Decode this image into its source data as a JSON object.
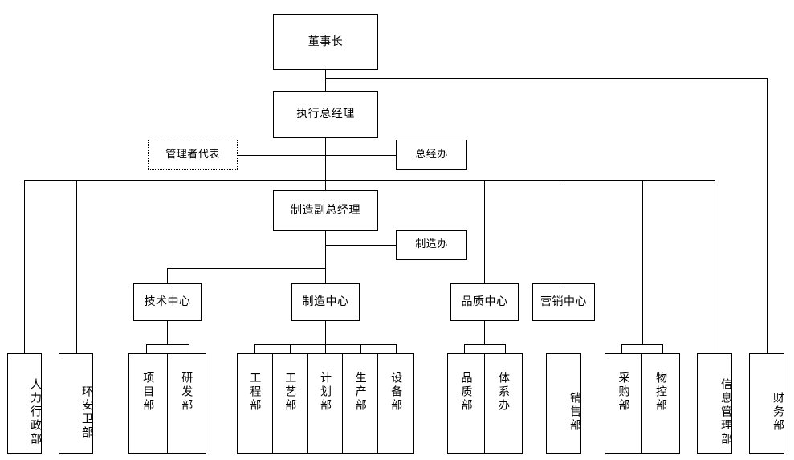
{
  "chart_data": {
    "type": "diagram",
    "title": "",
    "diagram_kind": "organizational-chart",
    "orientation": "top-down",
    "nodes": [
      {
        "id": "chairman",
        "label": "董事长",
        "level": 0,
        "style": "solid"
      },
      {
        "id": "exec_gm",
        "label": "执行总经理",
        "level": 1,
        "style": "solid"
      },
      {
        "id": "mgmt_rep",
        "label": "管理者代表",
        "level": 2,
        "style": "dotted"
      },
      {
        "id": "gm_office",
        "label": "总经办",
        "level": 2,
        "style": "solid"
      },
      {
        "id": "mfg_vgm",
        "label": "制造副总经理",
        "level": 3,
        "style": "solid"
      },
      {
        "id": "mfg_office",
        "label": "制造办",
        "level": 4,
        "style": "solid"
      },
      {
        "id": "tech_ctr",
        "label": "技术中心",
        "level": 5,
        "style": "solid"
      },
      {
        "id": "mfg_ctr",
        "label": "制造中心",
        "level": 5,
        "style": "solid"
      },
      {
        "id": "qa_ctr",
        "label": "品质中心",
        "level": 5,
        "style": "solid"
      },
      {
        "id": "sales_ctr",
        "label": "营销中心",
        "level": 5,
        "style": "solid"
      }
    ],
    "leaf_departments": [
      {
        "id": "hr_admin",
        "label": "人力行政部",
        "parent": "exec_gm"
      },
      {
        "id": "ehs",
        "label": "环安卫部",
        "parent": "exec_gm"
      },
      {
        "id": "project",
        "label": "项目部",
        "parent": "tech_ctr"
      },
      {
        "id": "rnd",
        "label": "研发部",
        "parent": "tech_ctr"
      },
      {
        "id": "engineering",
        "label": "工程部",
        "parent": "mfg_ctr"
      },
      {
        "id": "process",
        "label": "工艺部",
        "parent": "mfg_ctr"
      },
      {
        "id": "planning",
        "label": "计划部",
        "parent": "mfg_ctr"
      },
      {
        "id": "production",
        "label": "生产部",
        "parent": "mfg_ctr"
      },
      {
        "id": "equipment",
        "label": "设备部",
        "parent": "mfg_ctr"
      },
      {
        "id": "quality",
        "label": "品质部",
        "parent": "qa_ctr"
      },
      {
        "id": "system_off",
        "label": "体系办",
        "parent": "qa_ctr"
      },
      {
        "id": "sales",
        "label": "销售部",
        "parent": "sales_ctr"
      },
      {
        "id": "purchasing",
        "label": "采购部",
        "parent": "exec_gm"
      },
      {
        "id": "mat_ctrl",
        "label": "物控部",
        "parent": "exec_gm"
      },
      {
        "id": "info_mgmt",
        "label": "信息管理部",
        "parent": "exec_gm"
      },
      {
        "id": "finance",
        "label": "财务部",
        "parent": "chairman"
      }
    ],
    "edges": [
      {
        "from": "chairman",
        "to": "exec_gm"
      },
      {
        "from": "chairman",
        "to": "finance"
      },
      {
        "from": "exec_gm",
        "to": "mgmt_rep"
      },
      {
        "from": "exec_gm",
        "to": "gm_office"
      },
      {
        "from": "exec_gm",
        "to": "mfg_vgm"
      },
      {
        "from": "exec_gm",
        "to": "hr_admin"
      },
      {
        "from": "exec_gm",
        "to": "ehs"
      },
      {
        "from": "exec_gm",
        "to": "purchasing"
      },
      {
        "from": "exec_gm",
        "to": "mat_ctrl"
      },
      {
        "from": "exec_gm",
        "to": "info_mgmt"
      },
      {
        "from": "exec_gm",
        "to": "qa_ctr"
      },
      {
        "from": "exec_gm",
        "to": "sales_ctr"
      },
      {
        "from": "mfg_vgm",
        "to": "mfg_office"
      },
      {
        "from": "mfg_vgm",
        "to": "tech_ctr"
      },
      {
        "from": "mfg_vgm",
        "to": "mfg_ctr"
      },
      {
        "from": "tech_ctr",
        "to": "project"
      },
      {
        "from": "tech_ctr",
        "to": "rnd"
      },
      {
        "from": "mfg_ctr",
        "to": "engineering"
      },
      {
        "from": "mfg_ctr",
        "to": "process"
      },
      {
        "from": "mfg_ctr",
        "to": "planning"
      },
      {
        "from": "mfg_ctr",
        "to": "production"
      },
      {
        "from": "mfg_ctr",
        "to": "equipment"
      },
      {
        "from": "qa_ctr",
        "to": "quality"
      },
      {
        "from": "qa_ctr",
        "to": "system_off"
      },
      {
        "from": "sales_ctr",
        "to": "sales"
      }
    ],
    "colors": {
      "line": "#000000",
      "box_border": "#000000",
      "box_fill": "#ffffff",
      "text": "#000000",
      "background": "#ffffff"
    }
  },
  "top": {
    "chairman": "董事长"
  },
  "exec": {
    "exec_gm": "执行总经理",
    "mgmt_rep": "管理者代表",
    "gm_office": "总经办"
  },
  "mfg": {
    "mfg_vgm": "制造副总经理",
    "mfg_office": "制造办"
  },
  "centers": {
    "tech": "技术中心",
    "manufacturing": "制造中心",
    "quality": "品质中心",
    "marketing": "营销中心"
  },
  "departments": {
    "hr_admin": "人力行政部",
    "ehs": "环安卫部",
    "project": "项目部",
    "rnd": "研发部",
    "engineering": "工程部",
    "process": "工艺部",
    "planning": "计划部",
    "production": "生产部",
    "equipment": "设备部",
    "quality": "品质部",
    "system_office": "体系办",
    "sales": "销售部",
    "purchasing": "采购部",
    "material_control": "物控部",
    "info_management": "信息管理部",
    "finance": "财务部"
  }
}
